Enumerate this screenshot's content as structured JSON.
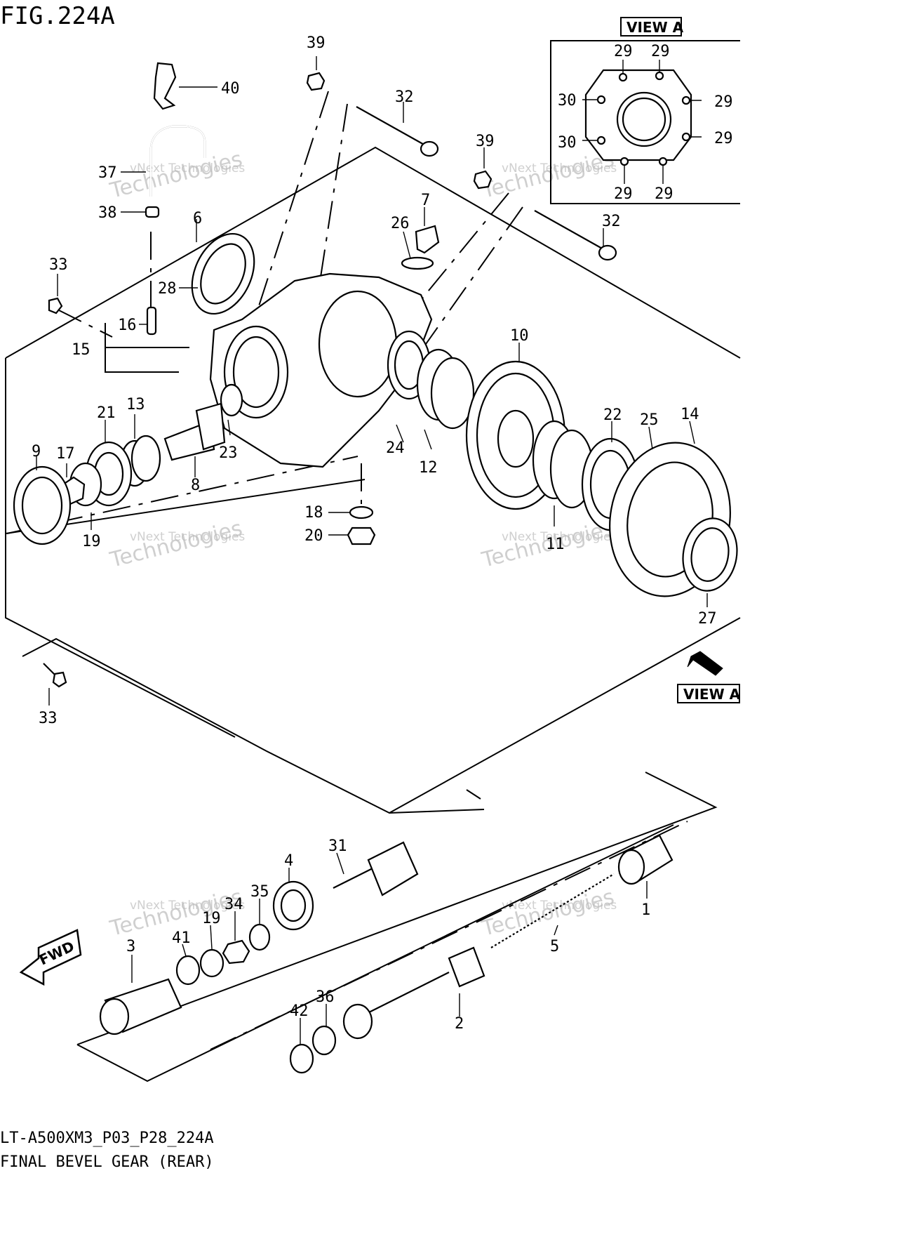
{
  "figure": {
    "title": "FIG.224A",
    "code": "LT-A500XM3_P03_P28_224A",
    "name": "FINAL BEVEL GEAR (REAR)"
  },
  "view_a": {
    "label_top": "VIEW A",
    "label_pointer": "VIEW A",
    "callouts": [
      "29",
      "29",
      "30",
      "29",
      "30",
      "29",
      "29",
      "29"
    ]
  },
  "watermark": {
    "brand": "vNext Technologies",
    "big": "Technologies",
    "prefix": "vNext"
  },
  "fwd_label": "FWD",
  "callouts": [
    {
      "id": "39a",
      "text": "39"
    },
    {
      "id": "40",
      "text": "40"
    },
    {
      "id": "32a",
      "text": "32"
    },
    {
      "id": "39b",
      "text": "39"
    },
    {
      "id": "37",
      "text": "37"
    },
    {
      "id": "38",
      "text": "38"
    },
    {
      "id": "7",
      "text": "7"
    },
    {
      "id": "26",
      "text": "26"
    },
    {
      "id": "6",
      "text": "6"
    },
    {
      "id": "32b",
      "text": "32"
    },
    {
      "id": "33a",
      "text": "33"
    },
    {
      "id": "28",
      "text": "28"
    },
    {
      "id": "16",
      "text": "16"
    },
    {
      "id": "15",
      "text": "15"
    },
    {
      "id": "10",
      "text": "10"
    },
    {
      "id": "13",
      "text": "13"
    },
    {
      "id": "21",
      "text": "21"
    },
    {
      "id": "22",
      "text": "22"
    },
    {
      "id": "25",
      "text": "25"
    },
    {
      "id": "14",
      "text": "14"
    },
    {
      "id": "9",
      "text": "9"
    },
    {
      "id": "17",
      "text": "17"
    },
    {
      "id": "23",
      "text": "23"
    },
    {
      "id": "24",
      "text": "24"
    },
    {
      "id": "12",
      "text": "12"
    },
    {
      "id": "8",
      "text": "8"
    },
    {
      "id": "18",
      "text": "18"
    },
    {
      "id": "20",
      "text": "20"
    },
    {
      "id": "19",
      "text": "19"
    },
    {
      "id": "11",
      "text": "11"
    },
    {
      "id": "27",
      "text": "27"
    },
    {
      "id": "33b",
      "text": "33"
    },
    {
      "id": "31",
      "text": "31"
    },
    {
      "id": "4",
      "text": "4"
    },
    {
      "id": "35",
      "text": "35"
    },
    {
      "id": "34",
      "text": "34"
    },
    {
      "id": "1",
      "text": "1"
    },
    {
      "id": "19b",
      "text": "19"
    },
    {
      "id": "3",
      "text": "3"
    },
    {
      "id": "41",
      "text": "41"
    },
    {
      "id": "5",
      "text": "5"
    },
    {
      "id": "36",
      "text": "36"
    },
    {
      "id": "42",
      "text": "42"
    },
    {
      "id": "2",
      "text": "2"
    }
  ]
}
